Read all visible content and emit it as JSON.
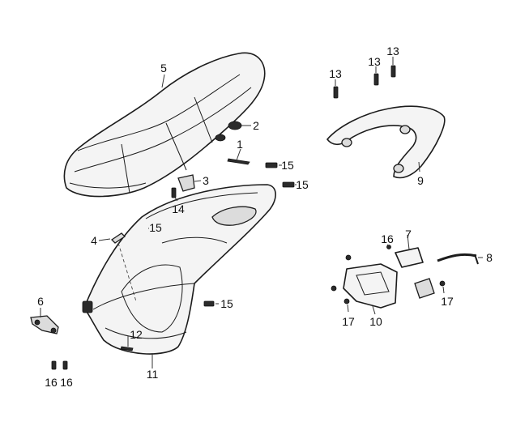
{
  "callouts": [
    {
      "id": "c1",
      "label": "1"
    },
    {
      "id": "c2",
      "label": "2"
    },
    {
      "id": "c3",
      "label": "3"
    },
    {
      "id": "c4",
      "label": "4"
    },
    {
      "id": "c5",
      "label": "5"
    },
    {
      "id": "c6",
      "label": "6"
    },
    {
      "id": "c7",
      "label": "7"
    },
    {
      "id": "c8",
      "label": "8"
    },
    {
      "id": "c9",
      "label": "9"
    },
    {
      "id": "c10",
      "label": "10"
    },
    {
      "id": "c11",
      "label": "11"
    },
    {
      "id": "c12",
      "label": "12"
    },
    {
      "id": "c13a",
      "label": "13"
    },
    {
      "id": "c13b",
      "label": "13"
    },
    {
      "id": "c13c",
      "label": "13"
    },
    {
      "id": "c14",
      "label": "14"
    },
    {
      "id": "c15a",
      "label": "15"
    },
    {
      "id": "c15b",
      "label": "15"
    },
    {
      "id": "c15c",
      "label": "15"
    },
    {
      "id": "c15d",
      "label": "15"
    },
    {
      "id": "c16a",
      "label": "16"
    },
    {
      "id": "c16b",
      "label": "16"
    },
    {
      "id": "c16c",
      "label": "16"
    },
    {
      "id": "c17a",
      "label": "17"
    },
    {
      "id": "c17b",
      "label": "17"
    }
  ]
}
